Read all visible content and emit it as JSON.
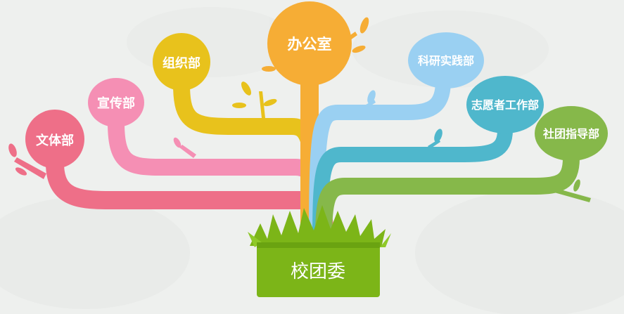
{
  "root": {
    "label": "校团委",
    "color": "#7cb518"
  },
  "branches": [
    {
      "label": "文体部",
      "color": "#ee6f88"
    },
    {
      "label": "宣传部",
      "color": "#f58fb4"
    },
    {
      "label": "组织部",
      "color": "#e8c21c"
    },
    {
      "label": "办公室",
      "color": "#f6ad35"
    },
    {
      "label": "科研实践部",
      "color": "#9ad0f2"
    },
    {
      "label": "志愿者工作部",
      "color": "#4fb7cc"
    },
    {
      "label": "社团指导部",
      "color": "#86b84a"
    }
  ],
  "colors": {
    "background": "#eef0ee",
    "grass": "#7cb518"
  }
}
